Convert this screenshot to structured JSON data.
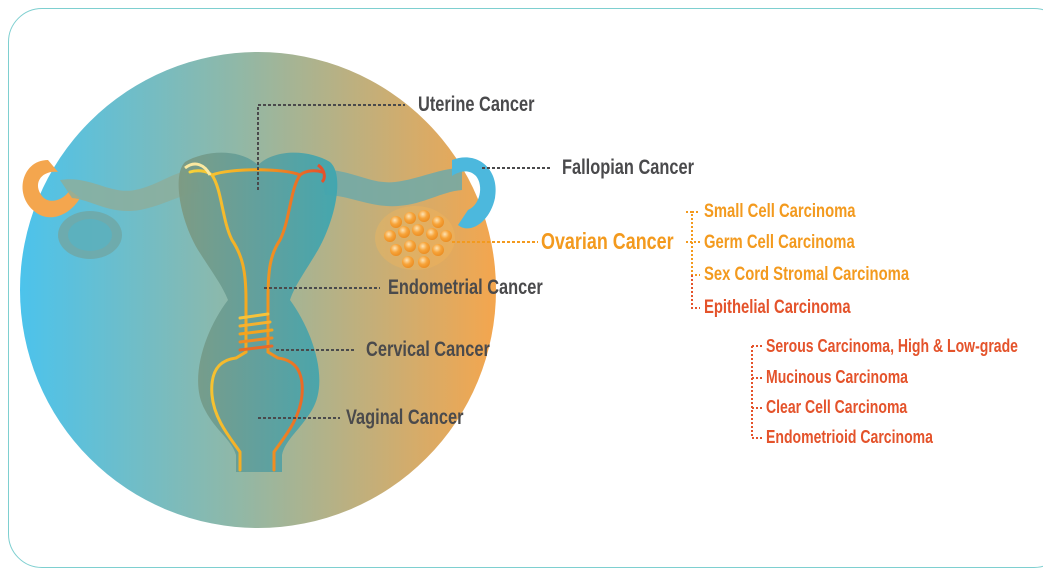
{
  "labels": {
    "uterine": "Uterine Cancer",
    "fallopian": "Fallopian Cancer",
    "ovarian": "Ovarian Cancer",
    "endometrial": "Endometrial Cancer",
    "cervical": "Cervical Cancer",
    "vaginal": "Vaginal Cancer"
  },
  "ovarian_types": [
    "Small Cell Carcinoma",
    "Germ Cell Carcinoma",
    "Sex Cord Stromal Carcinoma",
    "Epithelial Carcinoma"
  ],
  "epithelial_types": [
    "Serous Carcinoma, High & Low-grade",
    "Mucinous Carcinoma",
    "Clear Cell Carcinoma",
    "Endometrioid Carcinoma"
  ],
  "colors": {
    "frame": "#7ecfd0",
    "circle_left": "#4cc3ec",
    "circle_right": "#f4a64e",
    "label_dark": "#4a4a4c",
    "orange": "#f39a1e",
    "red_orange": "#e4532b"
  }
}
